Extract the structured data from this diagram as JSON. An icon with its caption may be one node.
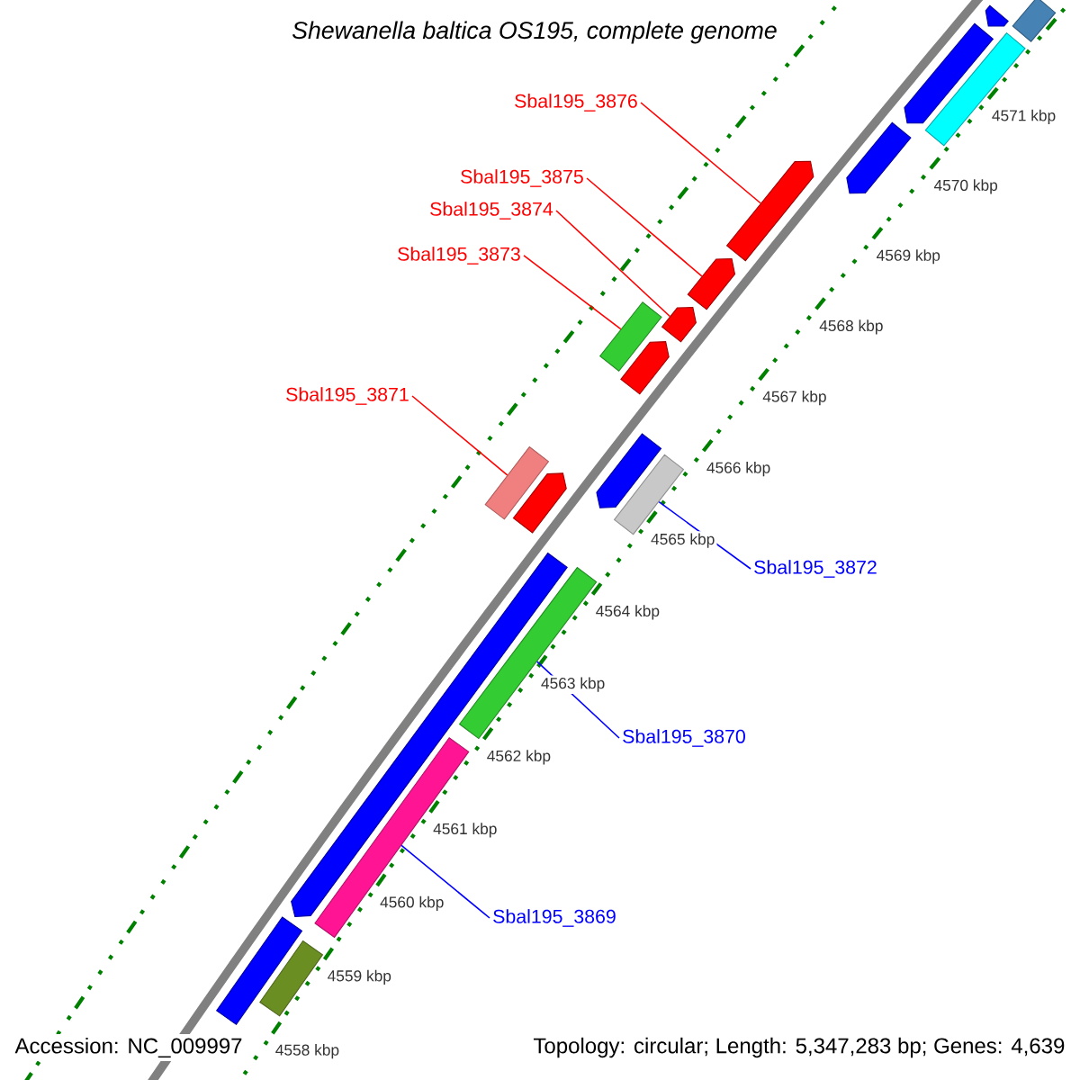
{
  "diagram": {
    "title": "*Shewanella baltica* OS195, complete genome",
    "nodes": [
      {
        "text": [
          "Sbal195_3876"
        ]
      },
      {
        "text": [
          "Sbal195_3875"
        ]
      },
      {
        "text": [
          "Sbal195_3874"
        ]
      },
      {
        "text": [
          "Sbal195_3873"
        ]
      },
      {
        "text": [
          "Sbal195_3871"
        ]
      },
      {
        "text": [
          "Sbal195_3872"
        ]
      },
      {
        "text": [
          "Sbal195_3870"
        ]
      },
      {
        "text": [
          "Sbal195_3869"
        ]
      },
      {
        "text": [],
        "shape": "box"
      },
      {
        "text": [],
        "shape": "pentagon"
      },
      {
        "text": [],
        "shape": "pentagon"
      },
      {
        "text": [],
        "shape": "pentagon"
      },
      {
        "text": [],
        "shape": "pentagon"
      },
      {
        "text": [],
        "shape": "pentagon"
      },
      {
        "text": [],
        "shape": "box"
      },
      {
        "text": [],
        "shape": "box"
      },
      {
        "text": [],
        "shape": "box"
      },
      {
        "text": [],
        "shape": "box"
      },
      {
        "text": [],
        "shape": "box"
      },
      {
        "text": [],
        "shape": "box"
      },
      {
        "text": [],
        "shape": "pentagon"
      },
      {
        "text": [],
        "shape": "pentagon"
      },
      {
        "text": [],
        "shape": "pentagon"
      },
      {
        "text": [],
        "shape": "pentagon"
      },
      {
        "text": [],
        "shape": "pentagon"
      },
      {
        "text": [],
        "shape": "box"
      },
      {
        "text": [],
        "shape": "box"
      }
    ],
    "edges": [
      {
        "from": 0,
        "to": 24,
        "arrow": "none"
      },
      {
        "from": 1,
        "to": 23,
        "arrow": "none"
      },
      {
        "from": 2,
        "to": 22,
        "arrow": "none"
      },
      {
        "from": 3,
        "to": 25,
        "arrow": "none"
      },
      {
        "from": 4,
        "to": 26,
        "arrow": "none"
      },
      {
        "from": 5,
        "to": 17,
        "arrow": "none",
        "color": "#0000ff"
      },
      {
        "from": 6,
        "to": 16,
        "arrow": "none",
        "color": "#0000ff"
      },
      {
        "from": 7,
        "to": 15,
        "arrow": "none",
        "color": "#0000ff"
      }
    ],
    "labels": [
      "4571 kbp",
      "4570 kbp",
      "4569 kbp",
      "4568 kbp",
      "4567 kbp",
      "4566 kbp",
      "4565 kbp",
      "4564 kbp",
      "4563 kbp",
      "4562 kbp",
      "4561 kbp",
      "4560 kbp",
      "4559 kbp",
      "4558 kbp",
      "Accession: NC_009997",
      "Topology: circular; Length: 5,347,283 bp; Genes: 4,639"
    ]
  }
}
